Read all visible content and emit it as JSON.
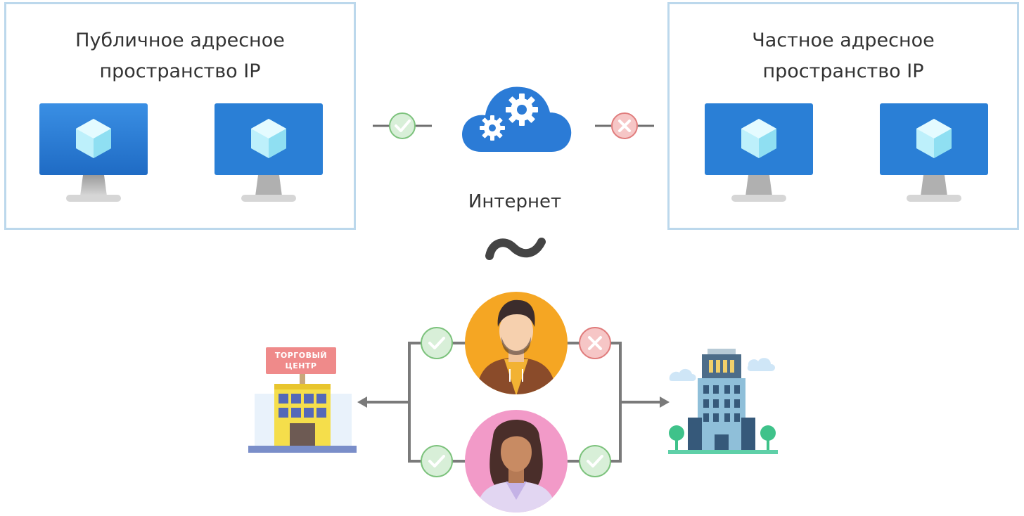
{
  "public_panel": {
    "title_line1": "Публичное адресное",
    "title_line2": "пространство IP"
  },
  "private_panel": {
    "title_line1": "Частное адресное",
    "title_line2": "пространство IP"
  },
  "internet": {
    "label": "Интернет"
  },
  "mall": {
    "sign_line1": "ТОРГОВЫЙ",
    "sign_line2": "ЦЕНТР"
  },
  "status": {
    "public_to_internet": "allowed",
    "private_to_internet": "blocked",
    "man_to_mall": "allowed",
    "man_to_office": "blocked",
    "woman_to_mall": "allowed",
    "woman_to_office": "allowed"
  },
  "colors": {
    "panel_border": "#bcd8ec",
    "monitor_screen": "#2f7fd8",
    "cloud": "#2b7bd6",
    "allowed_badge": "#d8efd8",
    "blocked_badge": "#f6c6c6"
  },
  "icons": [
    "virtual-machine-icon",
    "cloud-gears-icon",
    "check-icon",
    "cross-icon",
    "tilde-icon",
    "person-icon",
    "mall-icon",
    "office-building-icon"
  ]
}
